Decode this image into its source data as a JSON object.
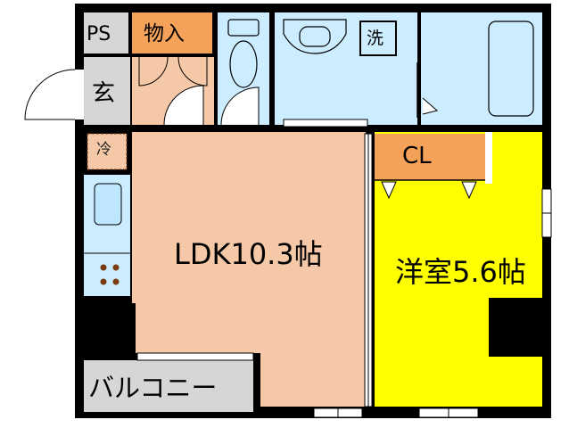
{
  "floorplan": {
    "labels": {
      "ps": "PS",
      "storage": "物入",
      "entrance": "玄",
      "fridge": "冷",
      "washer": "洗",
      "closet": "CL",
      "ldk": "LDK10.3帖",
      "western_room": "洋室5.6帖",
      "balcony": "バルコニー"
    },
    "colors": {
      "ldk_floor": "#f5c9a8",
      "western_floor": "#ffff00",
      "storage_fill": "#f4a15a",
      "wet_area_fill": "#ccecff",
      "utility_fill": "#d6d6d6",
      "wall": "#000000"
    }
  }
}
